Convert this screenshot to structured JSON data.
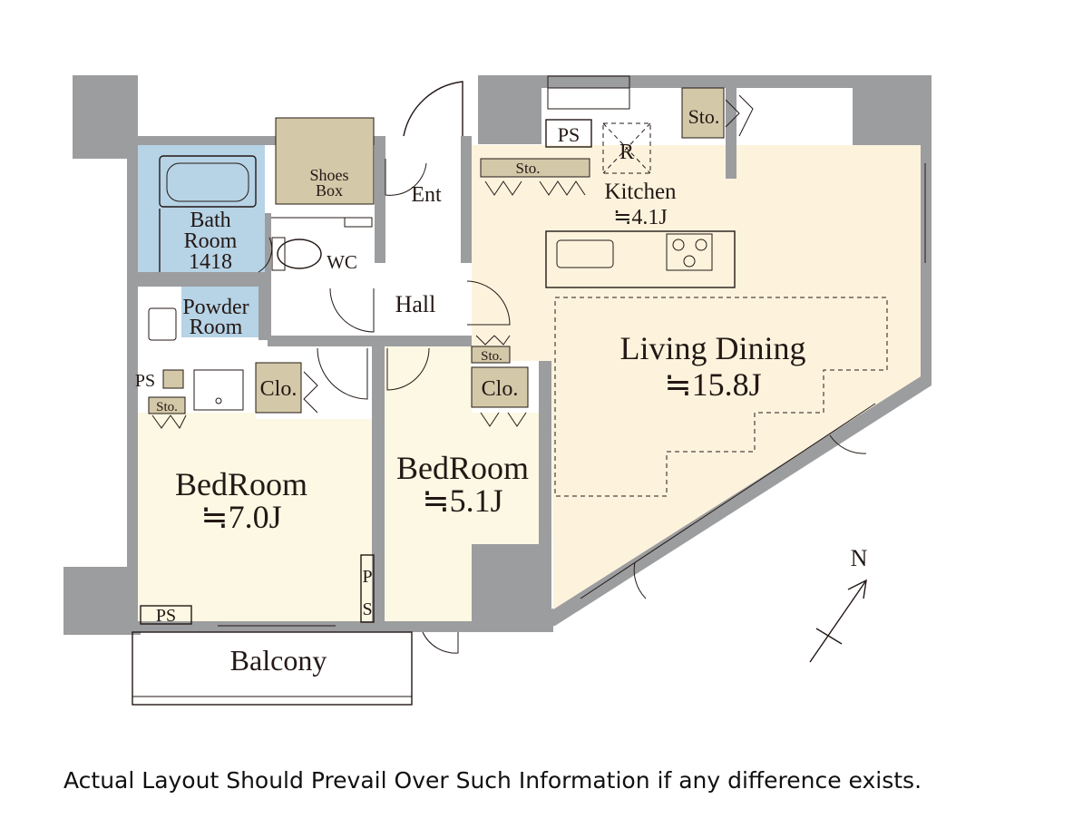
{
  "rooms": {
    "living_dining": {
      "name": "Living Dining",
      "area": "≒15.8J"
    },
    "kitchen": {
      "name": "Kitchen",
      "area": "≒4.1J"
    },
    "bedroom_west": {
      "name": "BedRoom",
      "area": "≒7.0J"
    },
    "bedroom_center": {
      "name": "BedRoom",
      "area": "≒5.1J"
    },
    "bath": {
      "line1": "Bath",
      "line2": "Room",
      "line3": "1418"
    },
    "powder": {
      "line1": "Powder",
      "line2": "Room"
    },
    "wc": "WC",
    "hall": "Hall",
    "entrance": "Ent",
    "shoes_box": {
      "line1": "Shoes",
      "line2": "Box"
    },
    "balcony": "Balcony"
  },
  "storage": {
    "sto": "Sto.",
    "clo": "Clo.",
    "ps": "PS",
    "ps_vertical_1": "P",
    "ps_vertical_2": "S",
    "fridge": "R"
  },
  "compass": "N",
  "disclaimer": "Actual Layout Should Prevail Over Such Information if any difference exists.",
  "colors": {
    "wall": "#9c9d9f",
    "living": "#fdf3dd",
    "bedroom": "#fcf8e3",
    "bath": "#b7d3e6",
    "storage": "#d3c8a8"
  }
}
